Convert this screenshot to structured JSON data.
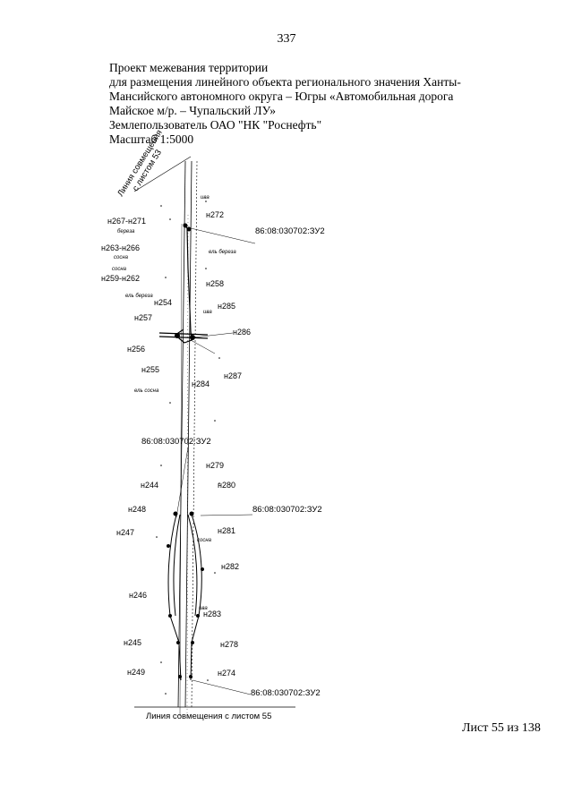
{
  "page_number": "337",
  "title_lines": [
    "Проект межевания территории",
    "для размещения линейного объекта регионального значения Ханты-",
    "Мансийского автономного округа – Югры  «Автомобильная дорога",
    "Майское м/р. – Чупальский ЛУ»",
    "Землепользователь ОАО \"НК \"Роснефть\"",
    "Масштаб 1:5000"
  ],
  "map": {
    "top_match_line": [
      "Линия совмещения",
      "с листом 53"
    ],
    "bottom_match_line": "Линия совмещения с листом 55",
    "parcel_labels": [
      "86:08:030702:ЗУ2",
      "86:08:030702:ЗУ2",
      "86:08:030702:ЗУ2",
      "86:08:030702:ЗУ2"
    ],
    "points": [
      "н272",
      "н267-н271",
      "н263-н266",
      "н259-н262",
      "н258",
      "н254",
      "н257",
      "н285",
      "н286",
      "н256",
      "н255",
      "н284",
      "н287",
      "н279",
      "н244",
      "н280",
      "н248",
      "н281",
      "н247",
      "н282",
      "н246",
      "н283",
      "н245",
      "н278",
      "н249",
      "н274"
    ],
    "vegetation_labels": [
      "ива",
      "береза",
      "сосна",
      "ель береза",
      "сосна",
      "ель береза",
      "ива",
      "ель сосна",
      "сосна",
      "ива"
    ]
  },
  "sheet_label": "Лист 55 из 138"
}
